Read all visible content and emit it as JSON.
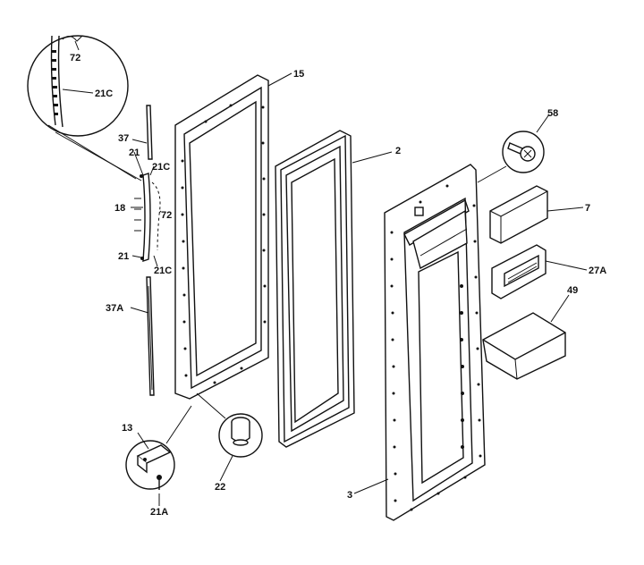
{
  "diagram": {
    "labels": {
      "l15": "15",
      "l2": "2",
      "l58": "58",
      "l7": "7",
      "l27a": "27A",
      "l49": "49",
      "l3": "3",
      "l22": "22",
      "l13": "13",
      "l21a": "21A",
      "l37": "37",
      "l21_top": "21",
      "l21c_1": "21C",
      "l18": "18",
      "l72": "72",
      "l21_bottom": "21",
      "l21c_2": "21C",
      "l37a": "37A",
      "l72_zoom": "72",
      "l21c_zoom": "21C"
    }
  }
}
